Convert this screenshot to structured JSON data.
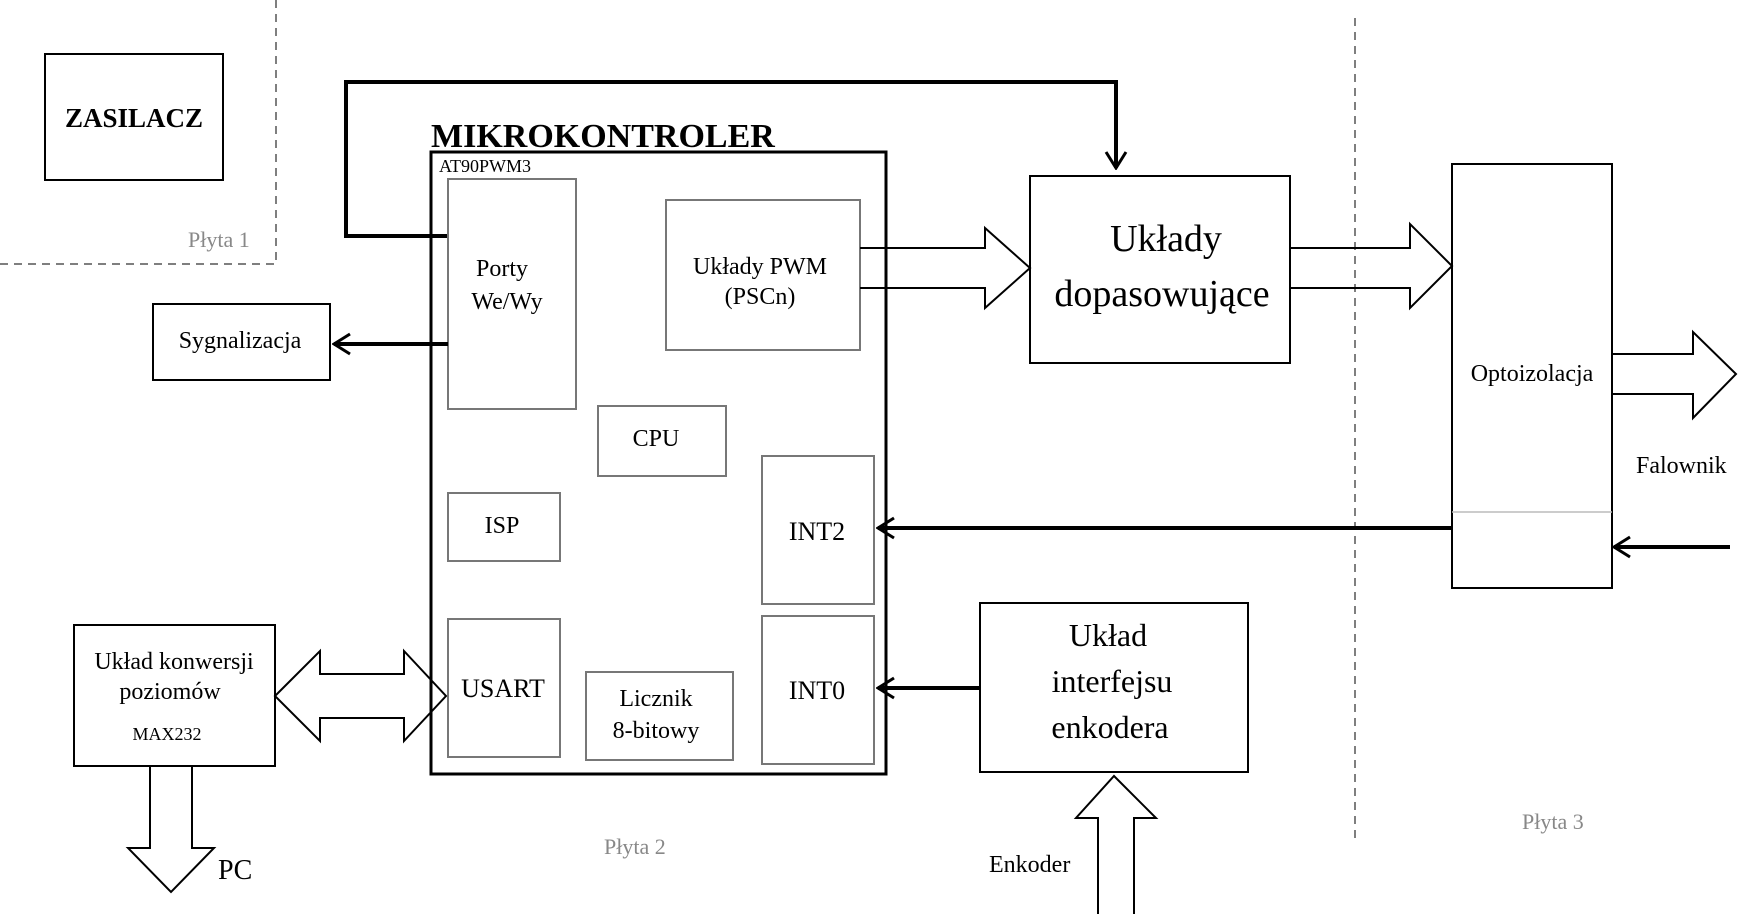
{
  "zasilacz": "ZASILACZ",
  "plyta1": "Płyta 1",
  "plyta2": "Płyta 2",
  "plyta3": "Płyta 3",
  "mikrokontroler": "MIKROKONTROLER",
  "at90": "AT90PWM3",
  "porty": [
    "Porty",
    "We/Wy"
  ],
  "pwm": [
    "Układy PWM",
    "(PSCn)"
  ],
  "cpu": "CPU",
  "isp": "ISP",
  "usart": "USART",
  "licznik": [
    "Licznik",
    "8-bitowy"
  ],
  "int2": "INT2",
  "int0": "INT0",
  "sygnalizacja": "Sygnalizacja",
  "konwersja": [
    "Układ konwersji",
    "poziomów"
  ],
  "max232": "MAX232",
  "pc": "PC",
  "dopasowujace": [
    "Układy",
    "dopasowujące"
  ],
  "optoizolacja": "Optoizolacja",
  "falownik": "Falownik",
  "enkoder_if": [
    "Układ",
    "interfejsu",
    "enkodera"
  ],
  "enkoder": "Enkoder"
}
